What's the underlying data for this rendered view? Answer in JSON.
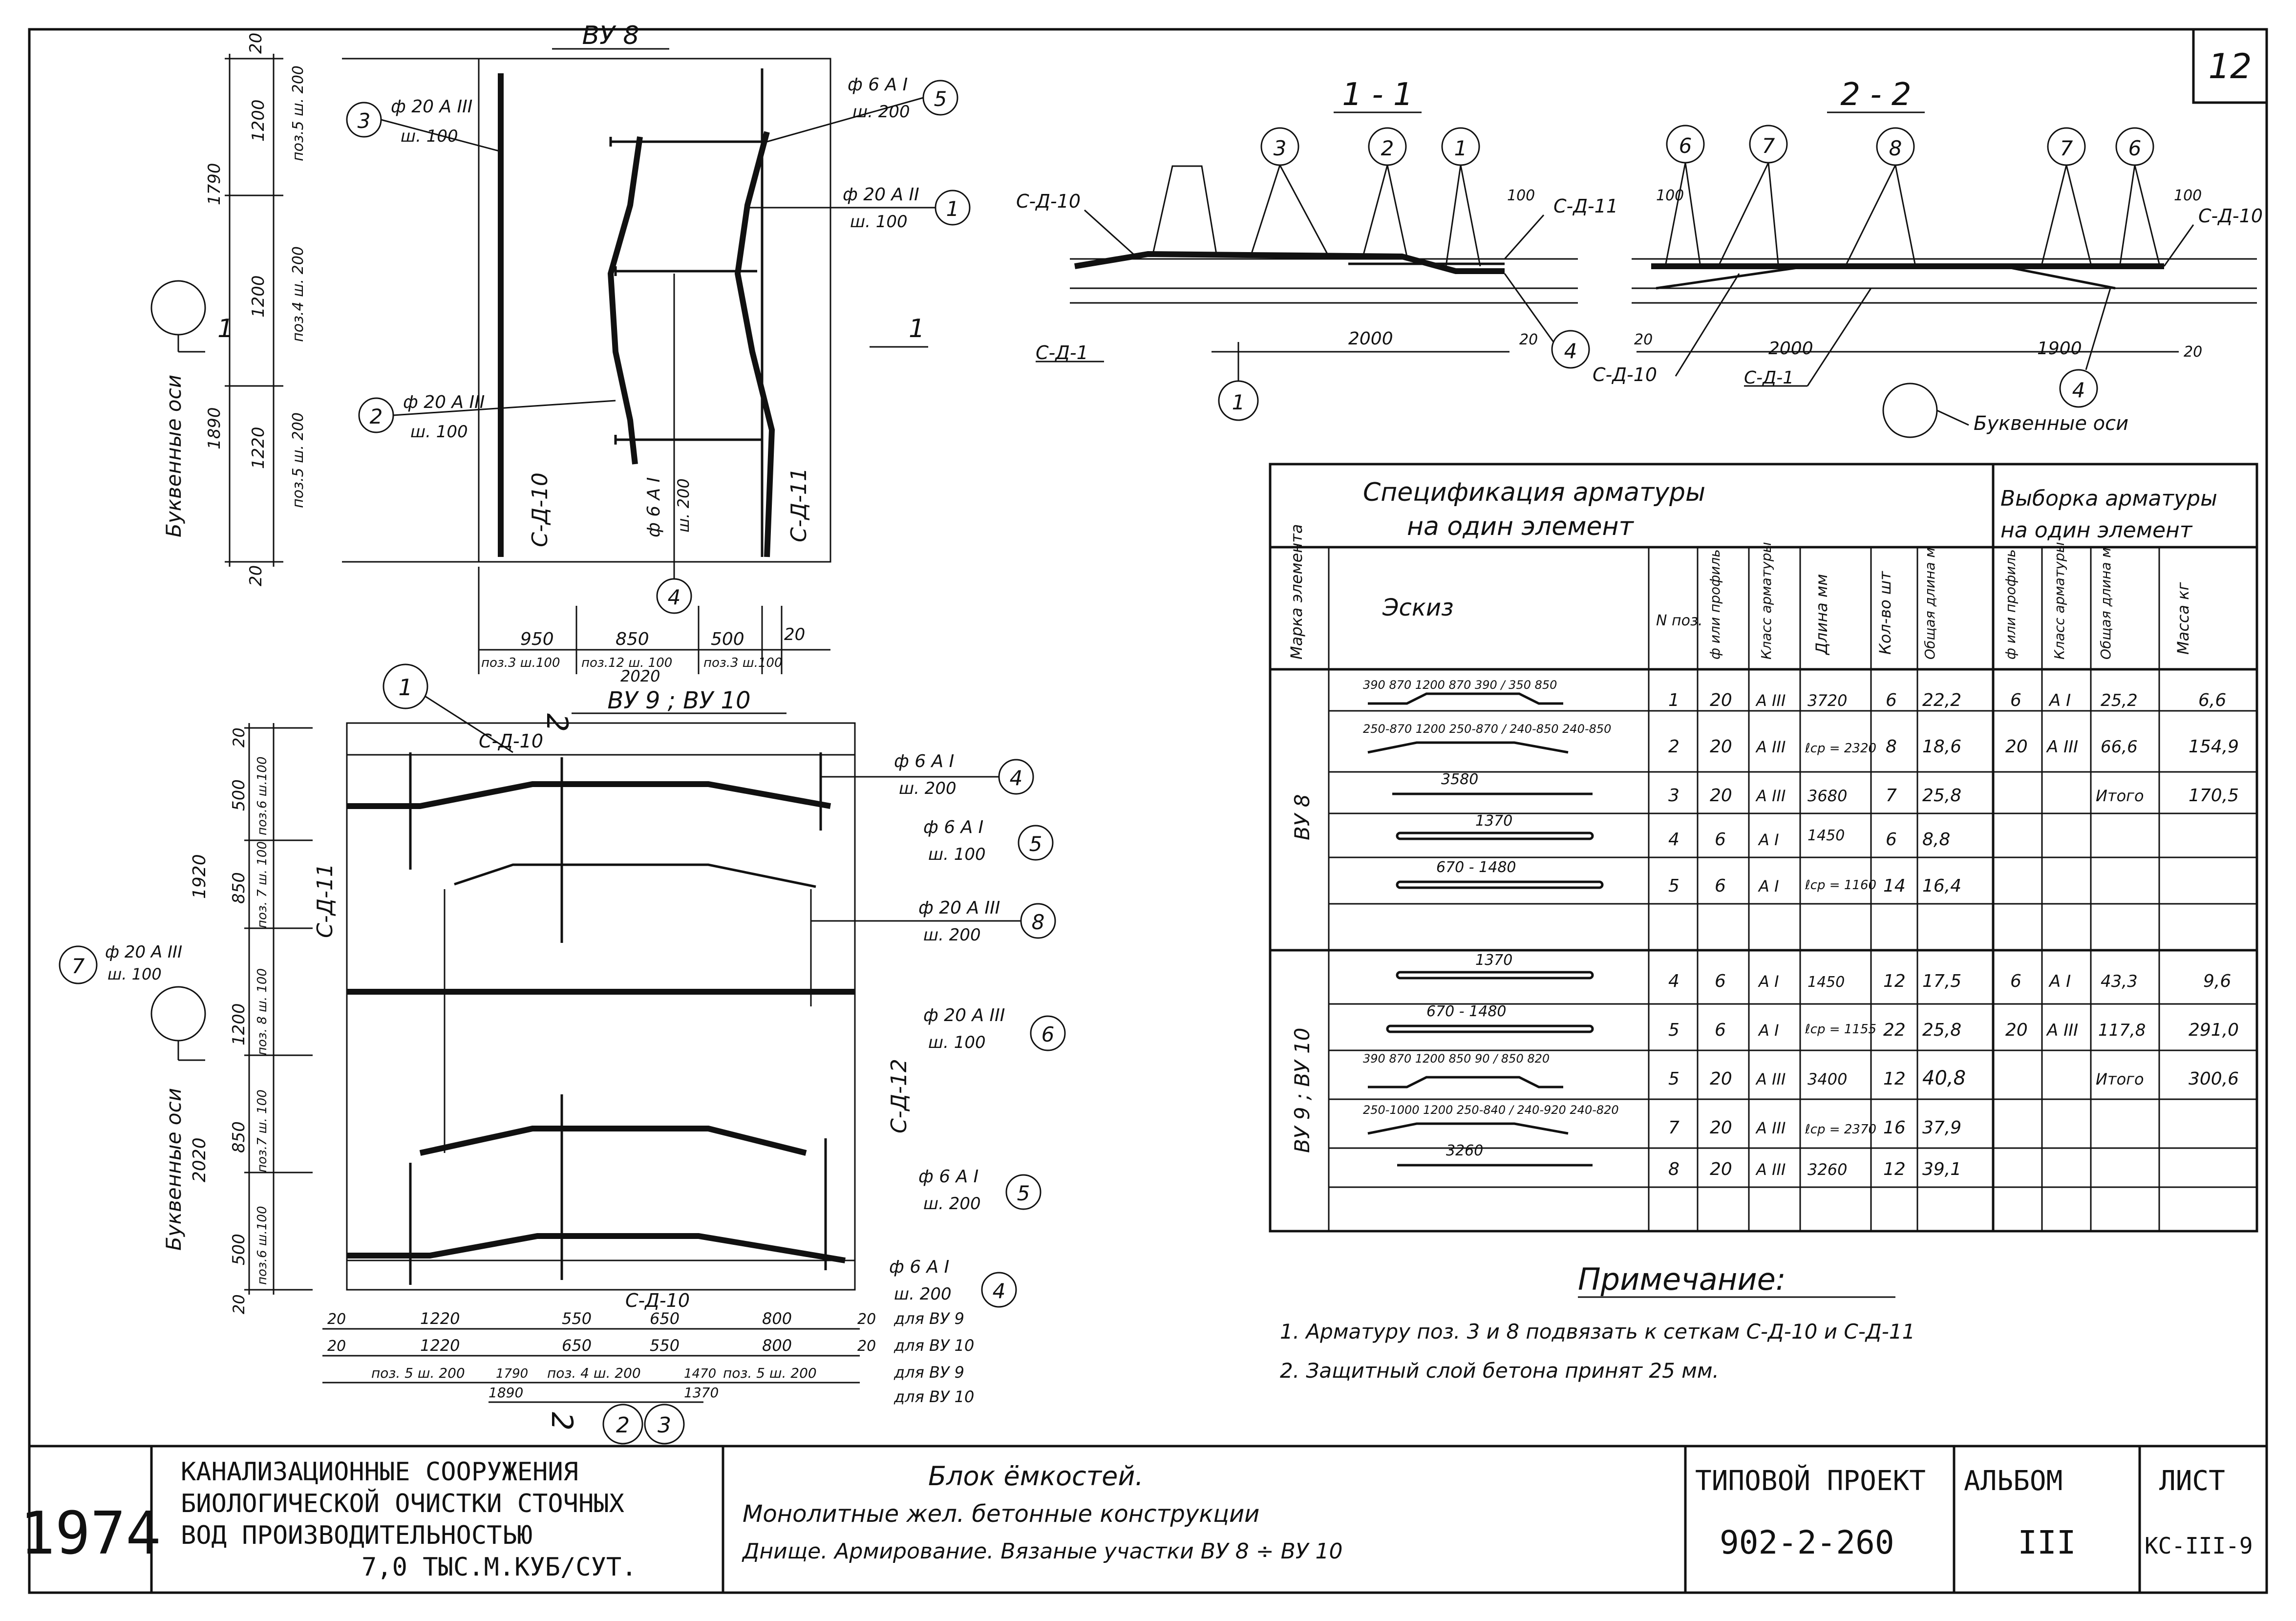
{
  "sheet_number": "12",
  "plan_top": {
    "title": "ВУ 8",
    "left_callouts": [
      {
        "num": "3",
        "spec": "ф 20 А III",
        "step": "ш. 100"
      },
      {
        "num": "2",
        "spec": "ф 20 А III",
        "step": "ш. 100"
      }
    ],
    "right_callouts": [
      {
        "num": "5",
        "spec": "ф 6 А I",
        "step": "ш. 200"
      },
      {
        "num": "1",
        "spec": "ф 20 А II",
        "step": "ш. 100"
      }
    ],
    "center_callout": {
      "num": "4",
      "spec": "ф 6 А I",
      "step": "ш. 200"
    },
    "left_dims": {
      "d20a": "20",
      "d1200a": "1200",
      "d200a": "поз.5 ш. 200",
      "d1790": "1790",
      "d1200b": "1200",
      "d200b": "поз.4 ш. 200",
      "d1890": "1890",
      "d1220": "1220",
      "d200c": "поз.5 ш. 200",
      "d20b": "20"
    },
    "side_labels": {
      "left": "С-Д-10",
      "right": "С-Д-11"
    },
    "axis_label": "Буквенные оси",
    "section_mark": "1",
    "bottom_dims": {
      "d950": "950",
      "d850": "850",
      "d500": "500",
      "d20": "20",
      "p3": "поз.3 ш.100",
      "p12": "поз.12 ш. 100",
      "p3b": "поз.3 ш.100",
      "d2020": "2020"
    }
  },
  "plan_bottom": {
    "title": "ВУ 9 ; ВУ 10",
    "top_label": "С-Д-10",
    "bottom_label": "С-Д-10",
    "left_label": "С-Д-11",
    "right_label": "С-Д-12",
    "right_callouts": [
      {
        "num": "4",
        "spec": "ф 6 А I",
        "step": "ш. 200"
      },
      {
        "num": "5",
        "spec": "ф 6 А I",
        "step": "ш. 100"
      },
      {
        "num": "8",
        "spec": "ф 20 А III",
        "step": "ш. 200"
      },
      {
        "num": "6",
        "spec": "ф 20 А III",
        "step": "ш. 100"
      },
      {
        "num": "5",
        "spec": "ф 6 А I",
        "step": "ш. 200"
      },
      {
        "num": "4",
        "spec": "ф 6 А I",
        "step": "ш. 200"
      }
    ],
    "left_callout": {
      "num": "7",
      "spec": "ф 20 А III",
      "step": "ш. 100"
    },
    "left_dims": {
      "d20": "20",
      "d500a": "500",
      "p6": "поз.6 ш.100",
      "d1920": "1920",
      "d850a": "850",
      "p7a": "поз. 7 ш. 100",
      "d1200": "1200",
      "p8": "поз. 8 ш. 100",
      "d2020": "2020",
      "d850b": "850",
      "p7b": "поз.7 ш. 100",
      "d500b": "500",
      "p6b": "поз.6 ш.100",
      "d20b": "20"
    },
    "axis_label": "Буквенные оси",
    "dim_rows": [
      {
        "cells": [
          "20",
          "1220",
          "550",
          "650",
          "800",
          "20"
        ],
        "note": "для ВУ 9"
      },
      {
        "cells": [
          "20",
          "1220",
          "650",
          "550",
          "800",
          "20"
        ],
        "note": "для ВУ 10"
      },
      {
        "cells": [
          "поз. 5 ш. 200",
          "1790",
          "поз. 4 ш. 200",
          "1470",
          "поз. 5 ш. 200"
        ],
        "note": "для ВУ 9"
      },
      {
        "cells": [
          "1890",
          "1370"
        ],
        "note": "для ВУ 10"
      }
    ],
    "section_mark": "2",
    "section_circles": [
      "2",
      "3"
    ],
    "top_circle": "1"
  },
  "section_1": {
    "title": "1 - 1",
    "callouts": [
      "3",
      "2",
      "1"
    ],
    "labels": {
      "left_top": "С-Д-10",
      "left_bottom": "С-Д-1",
      "right_top": "С-Д-11"
    },
    "dims": {
      "d100": "100",
      "d2000": "2000",
      "d20": "20"
    },
    "bottom_circle": "1",
    "circle4": "4"
  },
  "section_2": {
    "title": "2 - 2",
    "callouts": [
      "6",
      "7",
      "8",
      "7",
      "6"
    ],
    "labels": {
      "left_bottom": "С-Д-10",
      "mid_bottom": "С-Д-1",
      "right_top": "С-Д-10"
    },
    "dims": {
      "d100a": "100",
      "d100b": "100",
      "d20a": "20",
      "d2000": "2000",
      "d1900": "1900",
      "d20b": "20"
    },
    "circle4": "4",
    "axis_label": "Буквенные оси"
  },
  "spec_table": {
    "title_line1": "Спецификация арматуры",
    "title_line2": "на один элемент",
    "sample_line1": "Выборка арматуры",
    "sample_line2": "на один элемент",
    "headers": [
      "Марка элемента",
      "Эскиз",
      "N поз.",
      "ф или профиль",
      "Класс арматуры",
      "Длина мм",
      "Кол-во шт",
      "Общая длина м",
      "ф или профиль",
      "Класс арматуры",
      "Общая длина м",
      "Масса кг"
    ],
    "groups": [
      {
        "mark": "ВУ 8",
        "rows": [
          {
            "sketch": "390 870 1200 870 390 / 350 850",
            "pos": "1",
            "dia": "20",
            "cls": "А III",
            "len": "3720",
            "qty": "6",
            "total": "22,2",
            "s_dia": "6",
            "s_cls": "А I",
            "s_len": "25,2",
            "s_mass": "6,6"
          },
          {
            "sketch": "250-870 1200 250-870 / 240-850 240-850",
            "pos": "2",
            "dia": "20",
            "cls": "А III",
            "len": "ℓср = 2320",
            "qty": "8",
            "total": "18,6",
            "s_dia": "20",
            "s_cls": "А III",
            "s_len": "66,6",
            "s_mass": "154,9"
          },
          {
            "sketch": "3580",
            "pos": "3",
            "dia": "20",
            "cls": "А III",
            "len": "3680",
            "qty": "7",
            "total": "25,8",
            "s_dia": "",
            "s_cls": "",
            "s_len": "Итого",
            "s_mass": "170,5"
          },
          {
            "sketch": "1370",
            "pos": "4",
            "dia": "6",
            "cls": "А I",
            "len": "1450",
            "qty": "6",
            "total": "8,8",
            "s_dia": "",
            "s_cls": "",
            "s_len": "",
            "s_mass": ""
          },
          {
            "sketch": "670 - 1480",
            "pos": "5",
            "dia": "6",
            "cls": "А I",
            "len": "ℓср = 1160",
            "qty": "14",
            "total": "16,4",
            "s_dia": "",
            "s_cls": "",
            "s_len": "",
            "s_mass": ""
          }
        ]
      },
      {
        "mark": "ВУ 9 ; ВУ 10",
        "rows": [
          {
            "sketch": "1370",
            "pos": "4",
            "dia": "6",
            "cls": "А I",
            "len": "1450",
            "qty": "12",
            "total": "17,5",
            "s_dia": "6",
            "s_cls": "А I",
            "s_len": "43,3",
            "s_mass": "9,6"
          },
          {
            "sketch": "670 - 1480",
            "pos": "5",
            "dia": "6",
            "cls": "А I",
            "len": "ℓср = 1155",
            "qty": "22",
            "total": "25,8",
            "s_dia": "20",
            "s_cls": "А III",
            "s_len": "117,8",
            "s_mass": "291,0"
          },
          {
            "sketch": "390 870 1200 850 90 / 850 820",
            "pos": "5",
            "dia": "20",
            "cls": "А III",
            "len": "3400",
            "qty": "12",
            "total": "40,8",
            "s_dia": "",
            "s_cls": "",
            "s_len": "Итого",
            "s_mass": "300,6"
          },
          {
            "sketch": "250-1000 1200 250-840 / 240-920 240-820",
            "pos": "7",
            "dia": "20",
            "cls": "А III",
            "len": "ℓср = 2370",
            "qty": "16",
            "total": "37,9",
            "s_dia": "",
            "s_cls": "",
            "s_len": "",
            "s_mass": ""
          },
          {
            "sketch": "3260",
            "pos": "8",
            "dia": "20",
            "cls": "А III",
            "len": "3260",
            "qty": "12",
            "total": "39,1",
            "s_dia": "",
            "s_cls": "",
            "s_len": "",
            "s_mass": ""
          }
        ]
      }
    ]
  },
  "notes": {
    "title": "Примечание:",
    "items": [
      "1. Арматуру поз. 3 и 8 подвязать к сеткам С-Д-10 и С-Д-11",
      "2. Защитный слой бетона принят 25 мм."
    ]
  },
  "title_block": {
    "year": "1974",
    "org_line1": "КАНАЛИЗАЦИОННЫЕ СООРУЖЕНИЯ",
    "org_line2": "БИОЛОГИЧЕСКОЙ ОЧИСТКИ СТОЧНЫХ",
    "org_line3": "ВОД ПРОИЗВОДИТЕЛЬНОСТЬЮ",
    "org_line4": "7,0 ТЫС.М.КУБ/СУТ.",
    "desc_line1": "Блок ёмкостей.",
    "desc_line2": "Монолитные жел. бетонные конструкции",
    "desc_line3": "Днище. Армирование. Вязаные участки ВУ 8 ÷ ВУ 10",
    "project_label": "ТИПОВОЙ ПРОЕКТ",
    "project_num": "902-2-260",
    "album_label": "АЛЬБОМ",
    "album_num": "III",
    "sheet_label": "ЛИСТ",
    "sheet_code": "КС-III-9"
  }
}
